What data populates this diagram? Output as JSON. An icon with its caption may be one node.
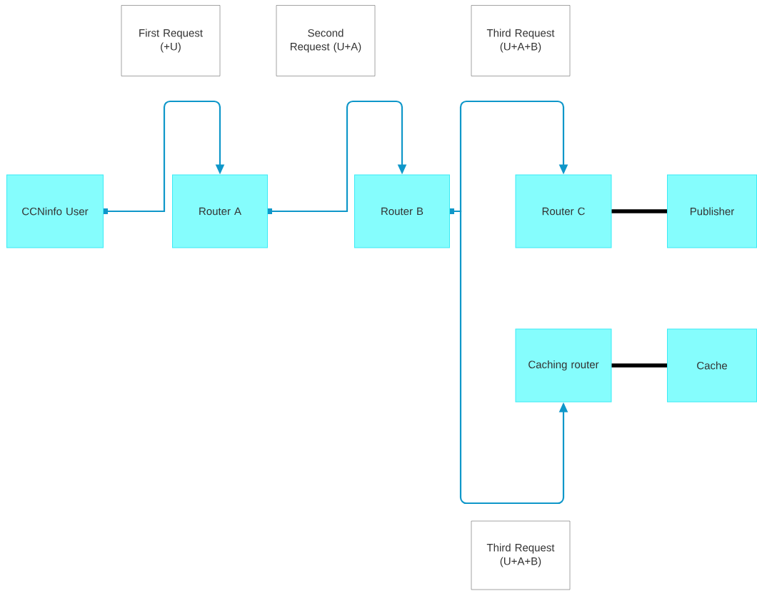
{
  "diagram": {
    "nodes": [
      {
        "text": [
          "CCNinfo User"
        ]
      },
      {
        "text": [
          "Router A"
        ]
      },
      {
        "text": [
          "Router B"
        ]
      },
      {
        "text": [
          "Router C"
        ]
      },
      {
        "text": [
          "Publisher"
        ]
      },
      {
        "text": [
          "Caching router"
        ]
      },
      {
        "text": [
          "Cache"
        ]
      },
      {
        "text": [
          "First Request (+U)"
        ]
      },
      {
        "text": [
          "Second Request (U+A)"
        ]
      },
      {
        "text": [
          "Third Request (U+A+B)"
        ]
      },
      {
        "text": [
          "Third Request (U+A+B)"
        ]
      }
    ],
    "edges": [
      {
        "from": 0,
        "to": 1,
        "arrow": "to"
      },
      {
        "from": 1,
        "to": 2,
        "arrow": "to"
      },
      {
        "from": 2,
        "to": 3,
        "arrow": "to"
      },
      {
        "from": 2,
        "to": 5,
        "arrow": "to"
      },
      {
        "from": 3,
        "to": 4,
        "arrow": "none",
        "style": "thick",
        "color": "#000000"
      },
      {
        "from": 5,
        "to": 6,
        "arrow": "none",
        "style": "thick",
        "color": "#000000"
      }
    ]
  }
}
